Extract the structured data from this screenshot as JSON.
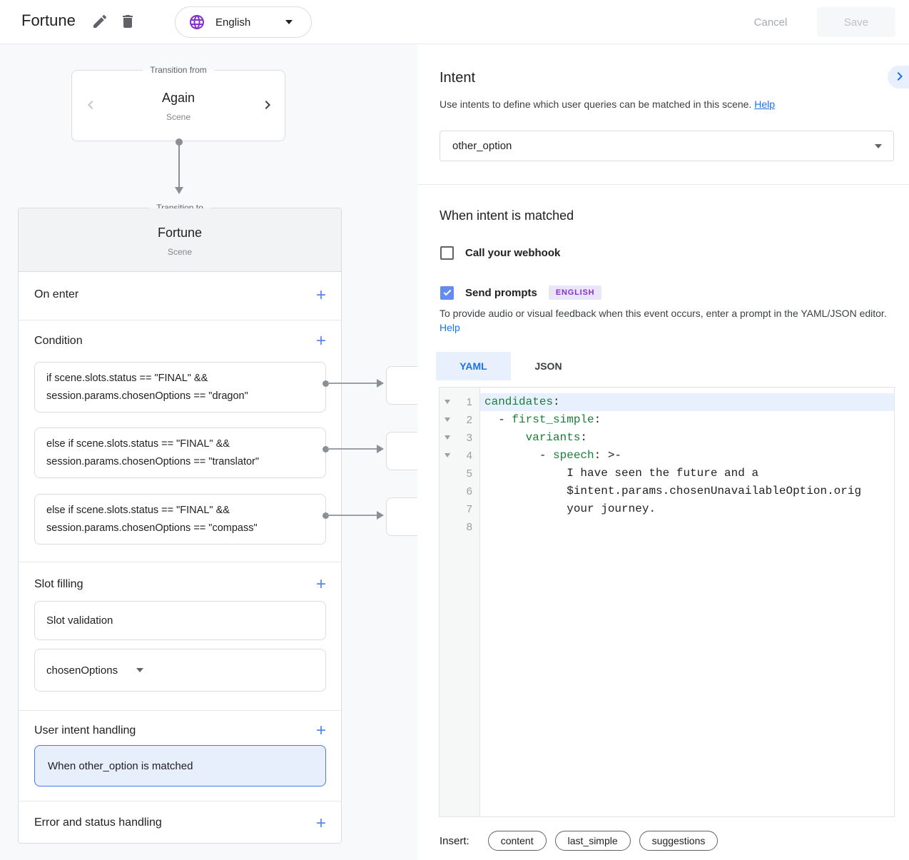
{
  "icons": {
    "add": "+"
  },
  "topbar": {
    "title": "Fortune",
    "language": "English",
    "cancel": "Cancel",
    "save": "Save"
  },
  "canvas": {
    "transition_from": {
      "legend": "Transition from",
      "name": "Again",
      "type": "Scene"
    },
    "transition_to": {
      "legend": "Transition to",
      "name": "Fortune",
      "type": "Scene"
    },
    "on_enter": "On enter",
    "condition": "Condition",
    "conditions": [
      {
        "line1": "if scene.slots.status == \"FINAL\" &&",
        "line2": "session.params.chosenOptions == \"dragon\""
      },
      {
        "line1": "else if scene.slots.status == \"FINAL\" &&",
        "line2": "session.params.chosenOptions == \"translator\""
      },
      {
        "line1": "else if scene.slots.status == \"FINAL\" &&",
        "line2": "session.params.chosenOptions == \"compass\""
      }
    ],
    "slot_filling": "Slot filling",
    "slot_validation": "Slot validation",
    "slot_param": "chosenOptions",
    "user_intent_handling": "User intent handling",
    "intent_handler": "When other_option is matched",
    "error_handling": "Error and status handling"
  },
  "panel": {
    "title": "Intent",
    "description": "Use intents to define which user queries can be matched in this scene. ",
    "help": "Help",
    "intent_select": "other_option",
    "matched_heading": "When intent is matched",
    "webhook_label": "Call your webhook",
    "prompts_label": "Send prompts",
    "language_badge": "ENGLISH",
    "prompt_description": "To provide audio or visual feedback when this event occurs, enter a prompt in the YAML/JSON editor. ",
    "help2": "Help",
    "tabs": {
      "yaml": "YAML",
      "json": "JSON"
    },
    "editor": {
      "line_numbers": [
        "1",
        "2",
        "3",
        "4",
        "5",
        "6",
        "7",
        "8"
      ],
      "code": [
        {
          "plain": "",
          "key": "candidates",
          "punct": ":"
        },
        {
          "plain": "  - ",
          "key": "first_simple",
          "punct": ":"
        },
        {
          "plain": "      ",
          "key": "variants",
          "punct": ":"
        },
        {
          "plain": "        - ",
          "key": "speech",
          "punct": ": >-"
        },
        {
          "plain": "            I have seen the future and a",
          "key": "",
          "punct": ""
        },
        {
          "plain": "            $intent.params.chosenUnavailableOption.orig",
          "key": "",
          "punct": ""
        },
        {
          "plain": "            your journey.",
          "key": "",
          "punct": ""
        },
        {
          "plain": "",
          "key": "",
          "punct": ""
        }
      ]
    },
    "insert_label": "Insert:",
    "insert_buttons": [
      "content",
      "last_simple",
      "suggestions"
    ],
    "colors": {
      "accent_blue": "#1a73e8",
      "checkbox_blue": "#648cf0",
      "badge_purple": "#8430ce",
      "code_green": "#188038"
    }
  }
}
